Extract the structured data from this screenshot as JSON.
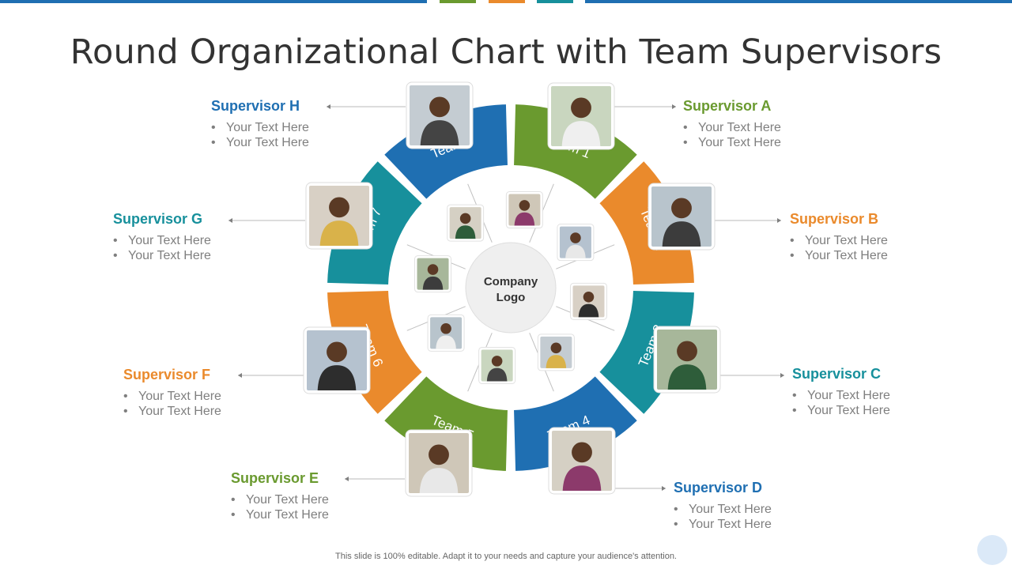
{
  "title": "Round Organizational Chart with Team Supervisors",
  "center_label": [
    "Company",
    "Logo"
  ],
  "colors": {
    "blue": "#1f6fb2",
    "green": "#6a9a2f",
    "orange": "#ea8a2c",
    "teal": "#17909c",
    "title": "#333333",
    "bullet_text": "#7f7f7f"
  },
  "teams": [
    {
      "label": "Team 1",
      "color": "#6a9a2f",
      "photo_icon": "person-photo-icon"
    },
    {
      "label": "Team 2",
      "color": "#ea8a2c",
      "photo_icon": "person-photo-icon"
    },
    {
      "label": "Team 3",
      "color": "#17909c",
      "photo_icon": "person-photo-icon"
    },
    {
      "label": "Team 4",
      "color": "#1f6fb2",
      "photo_icon": "person-photo-icon"
    },
    {
      "label": "Team 5",
      "color": "#6a9a2f",
      "photo_icon": "person-photo-icon"
    },
    {
      "label": "Team 6",
      "color": "#ea8a2c",
      "photo_icon": "person-photo-icon"
    },
    {
      "label": "Team 7",
      "color": "#17909c",
      "photo_icon": "person-photo-icon"
    },
    {
      "label": "Team 8",
      "color": "#1f6fb2",
      "photo_icon": "person-photo-icon"
    }
  ],
  "supervisors": [
    {
      "name": "Supervisor A",
      "color": "#6a9a2f",
      "bullets": [
        "Your Text Here",
        "Your Text Here"
      ]
    },
    {
      "name": "Supervisor B",
      "color": "#ea8a2c",
      "bullets": [
        "Your Text Here",
        "Your Text Here"
      ]
    },
    {
      "name": "Supervisor C",
      "color": "#17909c",
      "bullets": [
        "Your Text Here",
        "Your Text Here"
      ]
    },
    {
      "name": "Supervisor D",
      "color": "#1f6fb2",
      "bullets": [
        "Your Text Here",
        "Your Text Here"
      ]
    },
    {
      "name": "Supervisor E",
      "color": "#6a9a2f",
      "bullets": [
        "Your Text Here",
        "Your Text Here"
      ]
    },
    {
      "name": "Supervisor F",
      "color": "#ea8a2c",
      "bullets": [
        "Your Text Here",
        "Your Text Here"
      ]
    },
    {
      "name": "Supervisor G",
      "color": "#17909c",
      "bullets": [
        "Your Text Here",
        "Your Text Here"
      ]
    },
    {
      "name": "Supervisor H",
      "color": "#1f6fb2",
      "bullets": [
        "Your Text Here",
        "Your Text Here"
      ]
    }
  ],
  "footer": "This slide is 100% editable. Adapt it to your needs and capture your audience's attention."
}
